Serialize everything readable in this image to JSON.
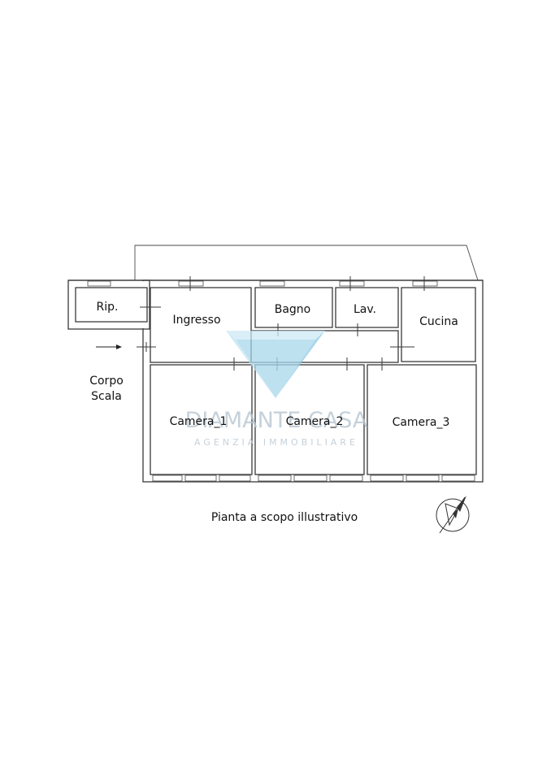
{
  "rooms": {
    "rip": "Rip.",
    "ingresso": "Ingresso",
    "bagno": "Bagno",
    "lav": "Lav.",
    "cucina": "Cucina",
    "camera_1": "Camera_1",
    "camera_2": "Camera_2",
    "camera_3": "Camera_3"
  },
  "stair": {
    "line1": "Corpo",
    "line2": "Scala"
  },
  "caption": "Pianta a scopo illustrativo",
  "watermark": {
    "name": "DIAMANTE CASA",
    "tagline": "AGENZIA IMMOBILIARE",
    "color_light": "#bfe4f3",
    "color_dark": "#8fc9e3"
  }
}
